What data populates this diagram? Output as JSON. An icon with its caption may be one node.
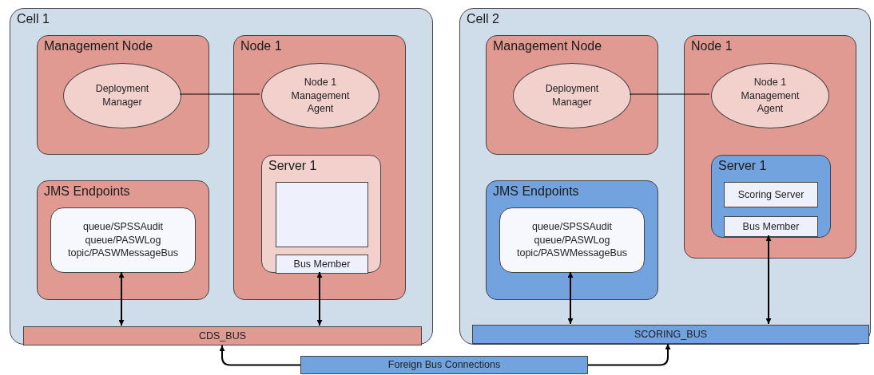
{
  "diagram": {
    "nodes": [
      {
        "text": [
          "Cell 1"
        ]
      },
      {
        "text": [
          "Management Node"
        ],
        "in": 0
      },
      {
        "text": [
          "Deployment Manager"
        ],
        "in": 1
      },
      {
        "text": [
          "Node 1"
        ],
        "in": 0
      },
      {
        "text": [
          "Node 1 Management Agent"
        ],
        "in": 3
      },
      {
        "text": [
          "Server 1"
        ],
        "in": 3
      },
      {
        "text": [],
        "shape": "box",
        "in": 5
      },
      {
        "text": [
          "Bus Member"
        ],
        "in": 5
      },
      {
        "text": [
          "JMS Endpoints"
        ],
        "in": 0
      },
      {
        "text": [
          "queue/SPSSAudit",
          "queue/PASWLog",
          "topic/PASWMessageBus"
        ],
        "in": 8
      },
      {
        "text": [
          "CDS_BUS"
        ],
        "in": 0
      },
      {
        "text": [
          "Cell 2"
        ]
      },
      {
        "text": [
          "Management Node"
        ],
        "in": 11
      },
      {
        "text": [
          "Deployment Manager"
        ],
        "in": 12
      },
      {
        "text": [
          "Node 1"
        ],
        "in": 11
      },
      {
        "text": [
          "Node 1 Management Agent"
        ],
        "in": 14
      },
      {
        "text": [
          "Server 1"
        ],
        "in": 14
      },
      {
        "text": [
          "Scoring Server"
        ],
        "in": 16
      },
      {
        "text": [
          "Bus Member"
        ],
        "in": 16
      },
      {
        "text": [
          "JMS Endpoints"
        ],
        "in": 11
      },
      {
        "text": [
          "queue/SPSSAudit",
          "queue/PASWLog",
          "topic/PASWMessageBus"
        ],
        "in": 19
      },
      {
        "text": [
          "SCORING_BUS"
        ],
        "in": 11
      },
      {
        "text": [
          "Foreign Bus Connections"
        ]
      }
    ],
    "edges": [
      {
        "from": 2,
        "to": 4,
        "arrow": "none"
      },
      {
        "from": 9,
        "to": 10,
        "arrow": "both"
      },
      {
        "from": 7,
        "to": 10,
        "arrow": "both"
      },
      {
        "from": 13,
        "to": 15,
        "arrow": "none"
      },
      {
        "from": 20,
        "to": 21,
        "arrow": "both"
      },
      {
        "from": 18,
        "to": 21,
        "arrow": "both"
      },
      {
        "from": 22,
        "to": 10,
        "arrow": "to"
      },
      {
        "from": 22,
        "to": 21,
        "arrow": "to"
      }
    ]
  }
}
